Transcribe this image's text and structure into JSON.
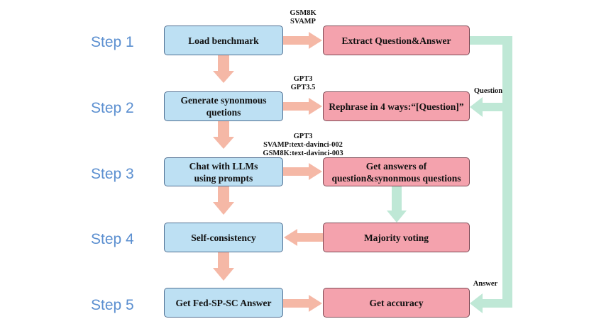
{
  "steps": [
    "Step 1",
    "Step 2",
    "Step 3",
    "Step 4",
    "Step 5"
  ],
  "left_boxes": [
    "Load benchmark",
    "Generate synonmous\nquetions",
    "Chat with LLMs\nusing prompts",
    "Self-consistency",
    "Get Fed-SP-SC Answer"
  ],
  "right_boxes": [
    "Extract Question&Answer",
    "Rephrase in 4 ways:“[Question]”",
    "Get answers of\nquestion&synonmous questions",
    "Majority voting",
    "Get accuracy"
  ],
  "notes": {
    "step1": "GSM8K\nSVAMP",
    "step2": "GPT3\nGPT3.5",
    "step3": "GPT3\nSVAMP:text-davinci-002\nGSM8K:text-davinci-003",
    "question": "Question",
    "answer": "Answer"
  },
  "colors": {
    "step_text": "#5b8fd0",
    "blue_box": "#bde0f3",
    "pink_box": "#f4a2ad",
    "salmon_arrow": "#f5b8a6",
    "green_arrow": "#bfe8d6"
  }
}
